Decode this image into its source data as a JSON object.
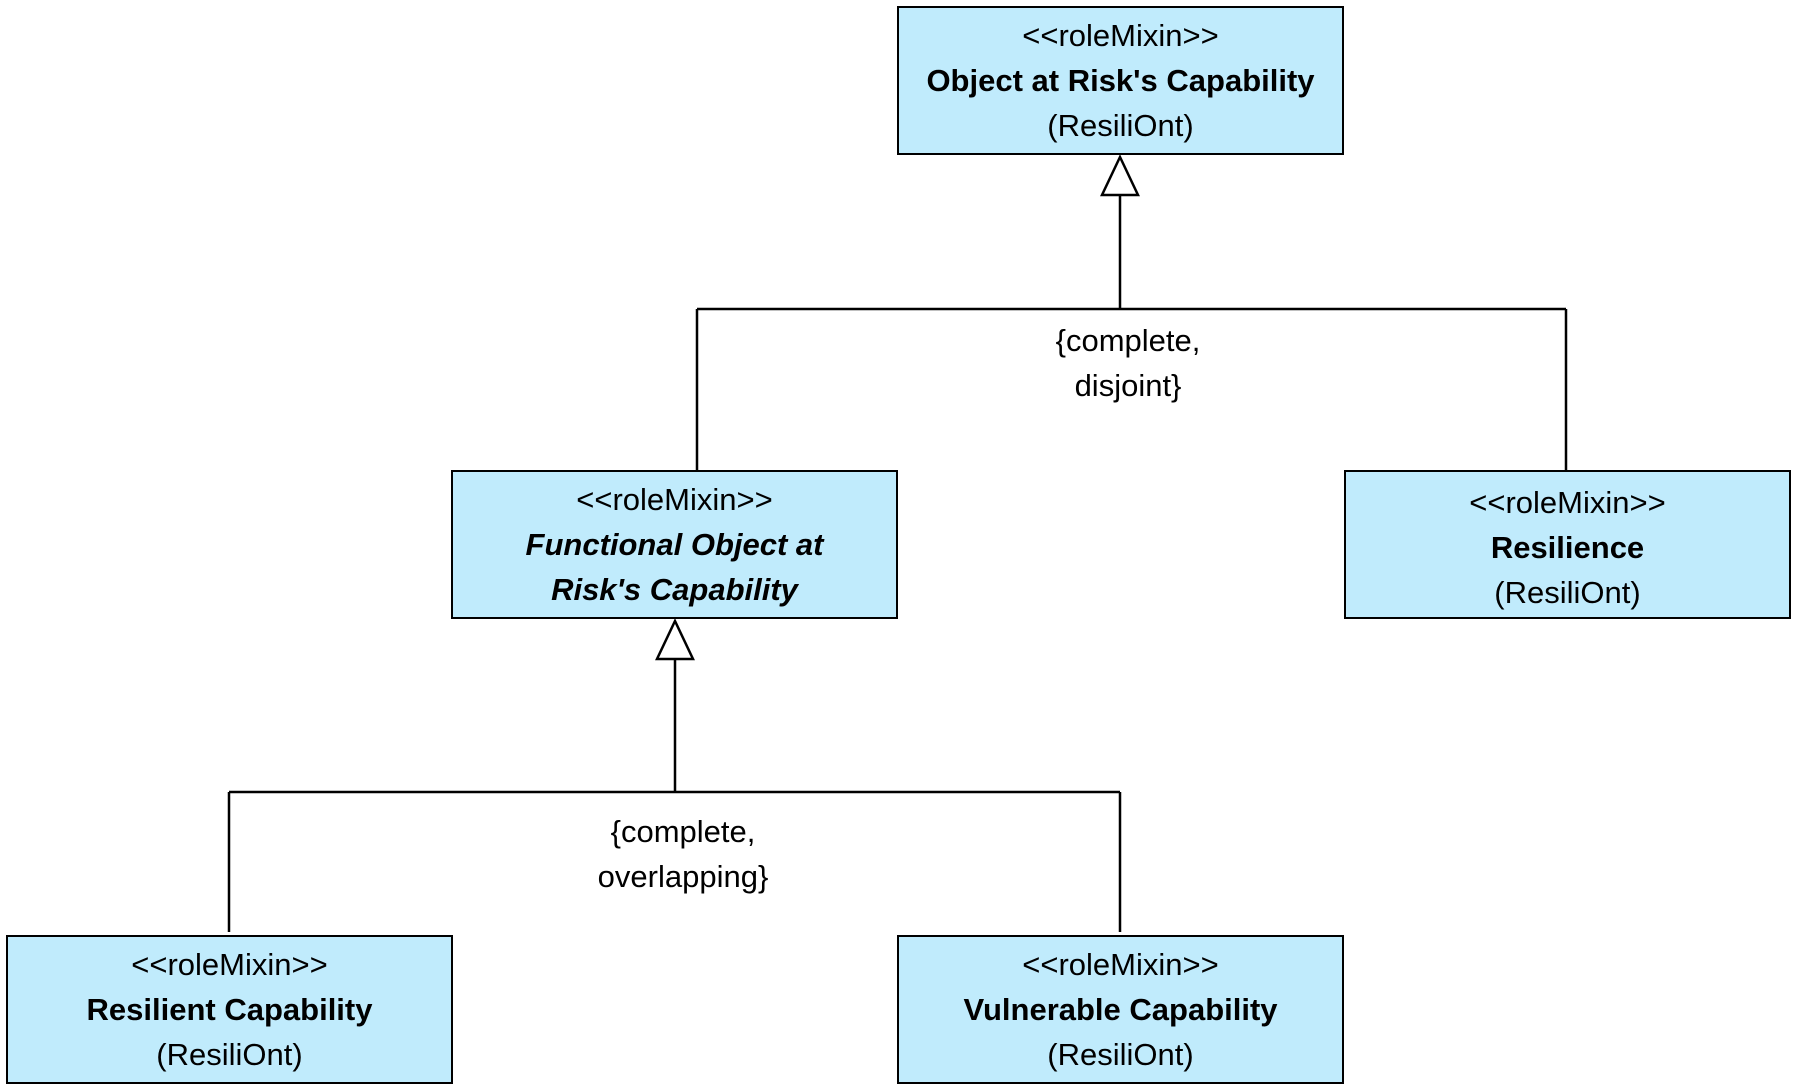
{
  "diagram": {
    "classes": {
      "object_at_risk": {
        "stereotype": "<<roleMixin>>",
        "name": "Object at Risk's Capability",
        "package": "(ResiliOnt)"
      },
      "functional": {
        "stereotype": "<<roleMixin>>",
        "name_line1": "Functional Object at",
        "name_line2": "Risk's Capability"
      },
      "resilience": {
        "stereotype": "<<roleMixin>>",
        "name": "Resilience",
        "package": "(ResiliOnt)"
      },
      "resilient": {
        "stereotype": "<<roleMixin>>",
        "name": "Resilient Capability",
        "package": "(ResiliOnt)"
      },
      "vulnerable": {
        "stereotype": "<<roleMixin>>",
        "name": "Vulnerable Capability",
        "package": "(ResiliOnt)"
      }
    },
    "generalization_sets": {
      "top": {
        "line1": "{complete,",
        "line2": "disjoint}"
      },
      "bottom": {
        "line1": "{complete,",
        "line2": "overlapping}"
      }
    },
    "colors": {
      "class_fill": "#c0ebfc",
      "line": "#000000"
    }
  }
}
